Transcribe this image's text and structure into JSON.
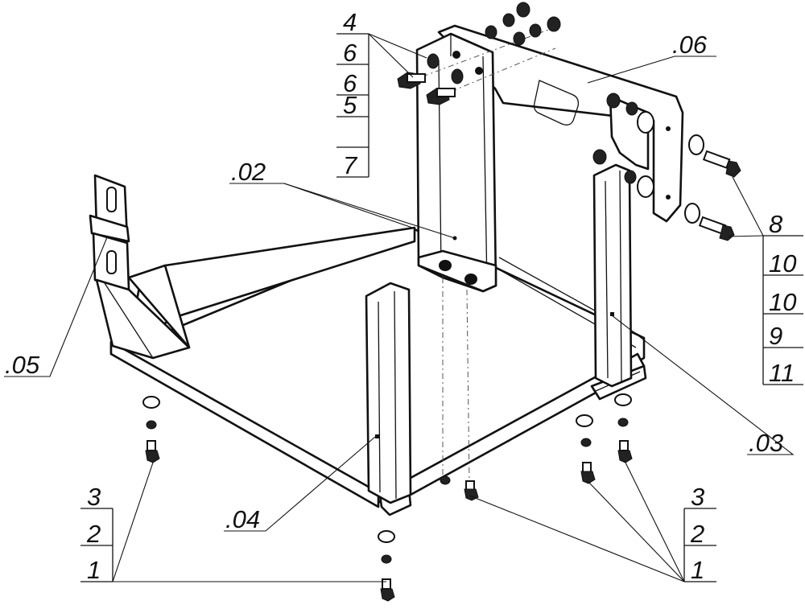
{
  "drawing": {
    "part_labels": [
      ".02",
      ".03",
      ".04",
      ".05",
      ".06"
    ],
    "stacks": {
      "top_left": [
        "4",
        "6",
        "6",
        "5",
        "7"
      ],
      "right": [
        "8",
        "10",
        "10",
        "9",
        "11"
      ],
      "bottom_left": [
        "3",
        "2",
        "1"
      ],
      "bottom_right": [
        "3",
        "2",
        "1"
      ]
    }
  }
}
